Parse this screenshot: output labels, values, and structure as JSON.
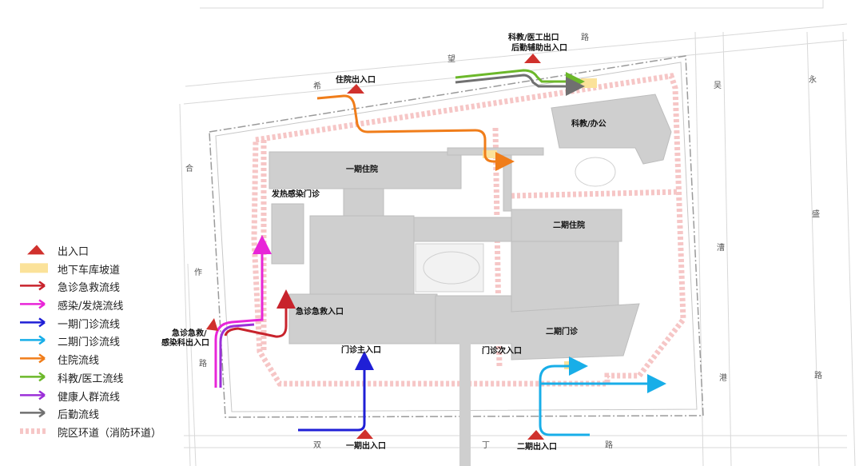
{
  "legend": [
    {
      "label": "出入口",
      "symbol": "triangle",
      "color": "#d0312d"
    },
    {
      "label": "地下车库坡道",
      "symbol": "rect",
      "color": "#fbe29a"
    },
    {
      "label": "急诊急救流线",
      "symbol": "arrow",
      "color": "#c8232c"
    },
    {
      "label": "感染/发烧流线",
      "symbol": "arrow",
      "color": "#e825d8"
    },
    {
      "label": "一期门诊流线",
      "symbol": "arrow",
      "color": "#1f1fd6"
    },
    {
      "label": "二期门诊流线",
      "symbol": "arrow",
      "color": "#18aee8"
    },
    {
      "label": "住院流线",
      "symbol": "arrow",
      "color": "#f07d1a"
    },
    {
      "label": "科教/医工流线",
      "symbol": "arrow",
      "color": "#6cb82a"
    },
    {
      "label": "健康人群流线",
      "symbol": "arrow",
      "color": "#9b2fd8"
    },
    {
      "label": "后勤流线",
      "symbol": "arrow",
      "color": "#707070"
    },
    {
      "label": "院区环道（消防环道）",
      "symbol": "dashed",
      "color": "#f6c6c6"
    }
  ],
  "buildings": {
    "phase1_inpatient": "一期住院",
    "phase2_inpatient": "二期住院",
    "research_office": "科教/办公",
    "fever_clinic": "发热感染门诊",
    "phase2_outpatient": "二期门诊"
  },
  "entrances": {
    "inpatient_exit": "住院出入口",
    "research_exit_line1": "科教/医工出口",
    "research_exit_line2": "后勤辅助出入口",
    "emergency_exit_line1": "急诊急救/",
    "emergency_exit_line2": "感染科出入口",
    "emergency_entrance": "急诊急救入口",
    "outpatient_main": "门诊主入口",
    "outpatient_secondary": "门诊次入口",
    "phase1_entrance": "一期出入口",
    "phase2_entrance": "二期出入口"
  },
  "roads": {
    "north": [
      "希",
      "望",
      "路"
    ],
    "west": [
      "合",
      "作",
      "路"
    ],
    "south": [
      "双",
      "丁",
      "路"
    ],
    "east1": [
      "吴",
      "漕",
      "港"
    ],
    "east2": [
      "永",
      "盛",
      "路"
    ]
  }
}
